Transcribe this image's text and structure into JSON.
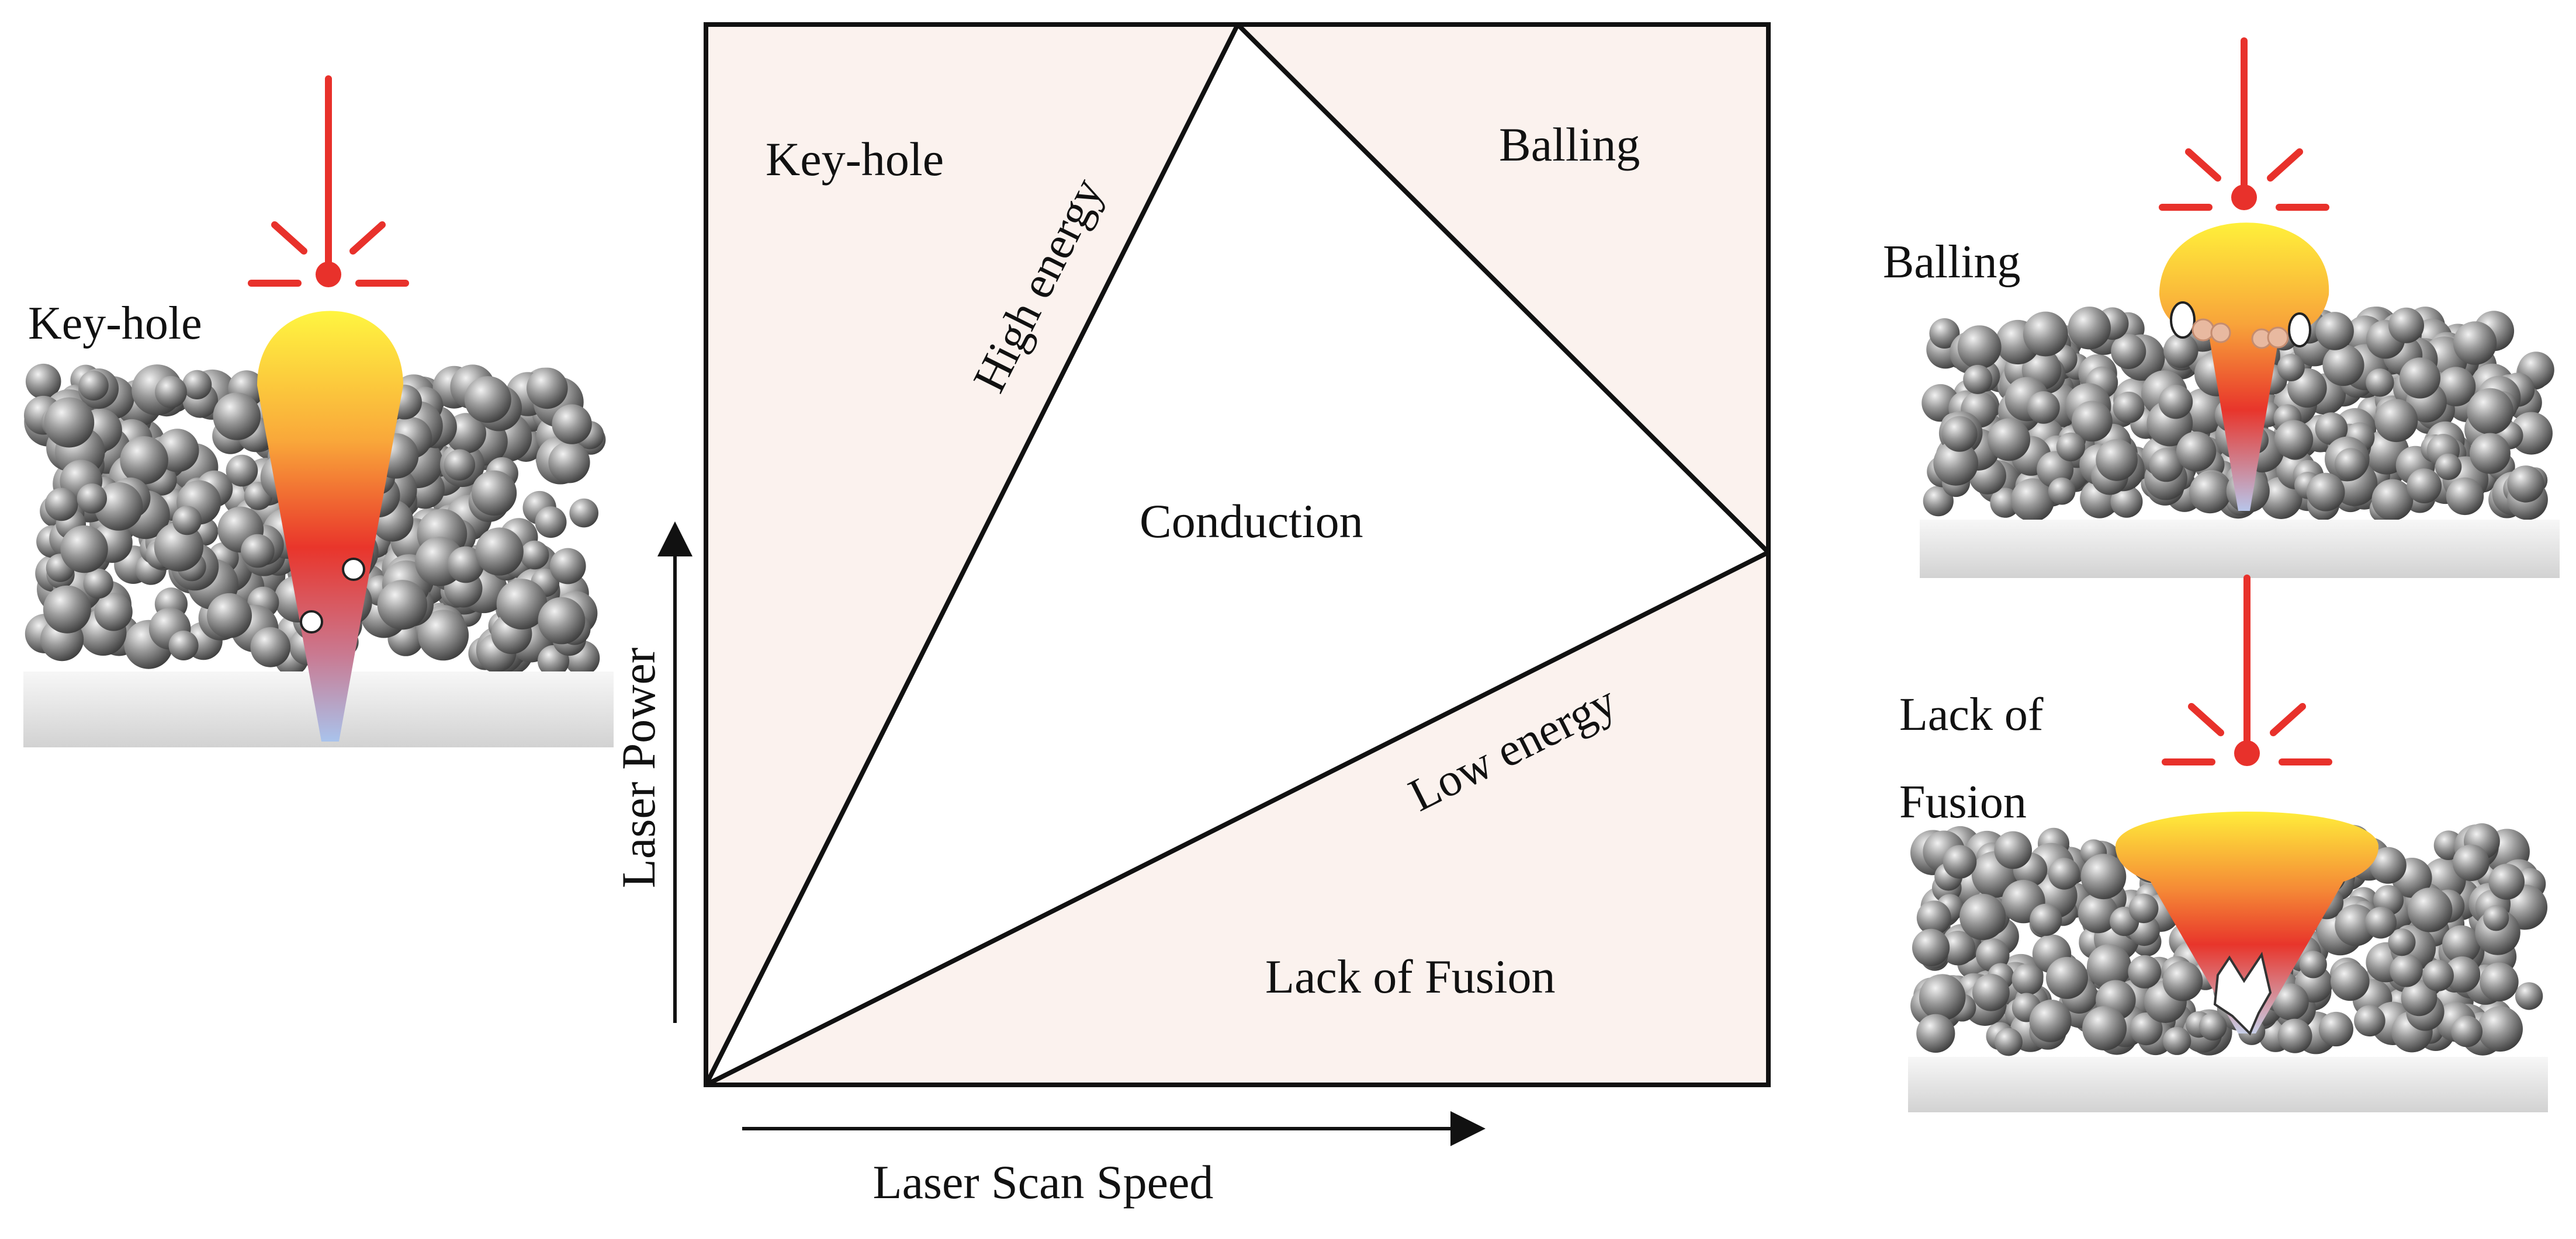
{
  "diagram": {
    "x_axis_label": "Laser Scan Speed",
    "y_axis_label": "Laser Power",
    "regions": {
      "keyhole": "Key-hole",
      "balling": "Balling",
      "conduction": "Conduction",
      "lack_of_fusion": "Lack of Fusion"
    },
    "boundaries": {
      "high_energy": "High energy",
      "low_energy": "Low energy"
    }
  },
  "illustrations": {
    "keyhole_label": "Key-hole",
    "balling_label": "Balling",
    "lack_of_fusion_label_line1": "Lack of",
    "lack_of_fusion_label_line2": "Fusion"
  },
  "colors": {
    "defect_region_fill": "#fbf2ee",
    "laser_red": "#e8312b",
    "melt_top": "#fff23a",
    "melt_mid": "#f7a23a",
    "melt_bottom": "#e8352b",
    "powder_grey": "#8a8a8a",
    "substrate_grey": "#e4e4e4"
  }
}
